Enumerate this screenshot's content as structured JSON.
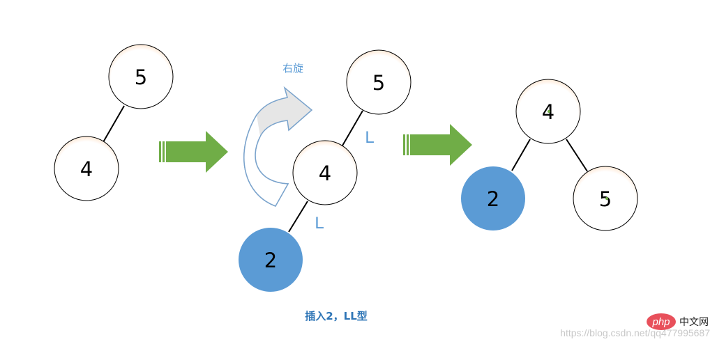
{
  "stage_before": {
    "root": "5",
    "left": "4"
  },
  "stage_rotating": {
    "root": "5",
    "middle": "4",
    "inserted": "2",
    "edge_label_upper": "L",
    "edge_label_lower": "L",
    "rotation_label": "右旋",
    "caption": "插入2，LL型"
  },
  "stage_after": {
    "root": "4",
    "left": "2",
    "right": "5"
  },
  "watermark": {
    "url": "https://blog.csdn.net/qq477995687",
    "logo_text": "php",
    "site_name": "中文网"
  },
  "colors": {
    "node_fill": "#ffffff",
    "inserted_fill": "#5b9bd5",
    "arrow_green": "#70ad47",
    "label_blue": "#5b9bd5"
  }
}
